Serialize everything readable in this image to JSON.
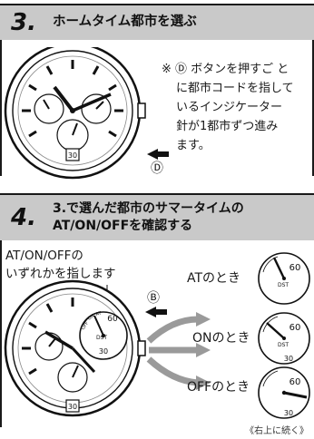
{
  "step3": {
    "number": "3.",
    "title": "ホームタイム都市を選ぶ",
    "description": [
      "※ Ⓓ ボタンを押すご と",
      "に都市コードを指して",
      "いるインジケーター",
      "針が1都市ずつ進み",
      "ます。"
    ],
    "button_label": "Ⓓ",
    "dial_label": "30"
  },
  "step4": {
    "number": "4.",
    "title_line1": "3.で選んだ都市のサマータイムの",
    "title_line2": "AT/ON/OFFを確認する",
    "instruction_line1": "AT/ON/OFFの",
    "instruction_line2": "いずれかを指します",
    "button_label": "Ⓑ",
    "dial_label": "30",
    "dial_text": "DST",
    "states": [
      {
        "label": "ATのとき"
      },
      {
        "label": "ONのとき"
      },
      {
        "label": "OFFのとき"
      }
    ],
    "gauge_ticks": {
      "top": "60",
      "bottom": "30"
    },
    "arc_labels": {
      "off": "OFF",
      "on": "ON",
      "at": "AT"
    }
  },
  "footer": {
    "continue_note": "《右上に続く》"
  },
  "colors": {
    "header_bg": "#c9c9c9",
    "accent_arrow": "#9a9a9a",
    "ink": "#1a1a1a"
  }
}
